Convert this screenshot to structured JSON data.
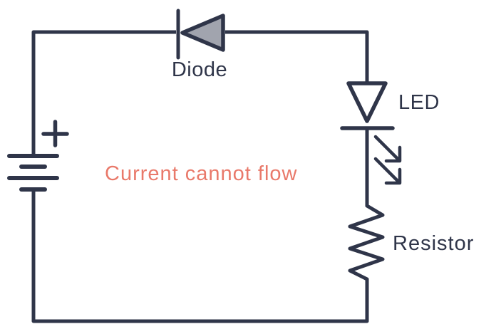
{
  "diagram": {
    "title": "diode-led-resistor-circuit",
    "labels": {
      "diode": "Diode",
      "led": "LED",
      "resistor": "Resistor"
    },
    "message": "Current cannot flow",
    "battery_polarity": "+",
    "symbols": [
      {
        "name": "battery-symbol",
        "description": "two-cell battery with plus terminal at top"
      },
      {
        "name": "diode-symbol",
        "description": "reverse-biased diode, gray triangle pointing left with cathode bar on left"
      },
      {
        "name": "led-symbol",
        "description": "LED triangle pointing down with cathode bar and two emission arrows pointing down-right"
      },
      {
        "name": "resistor-symbol",
        "description": "zigzag resistor on right branch"
      }
    ]
  },
  "colors": {
    "line": "#2F3549",
    "diode-fill": "#A1A4AE",
    "message": "#E9796A",
    "background": "#FFFFFF"
  }
}
